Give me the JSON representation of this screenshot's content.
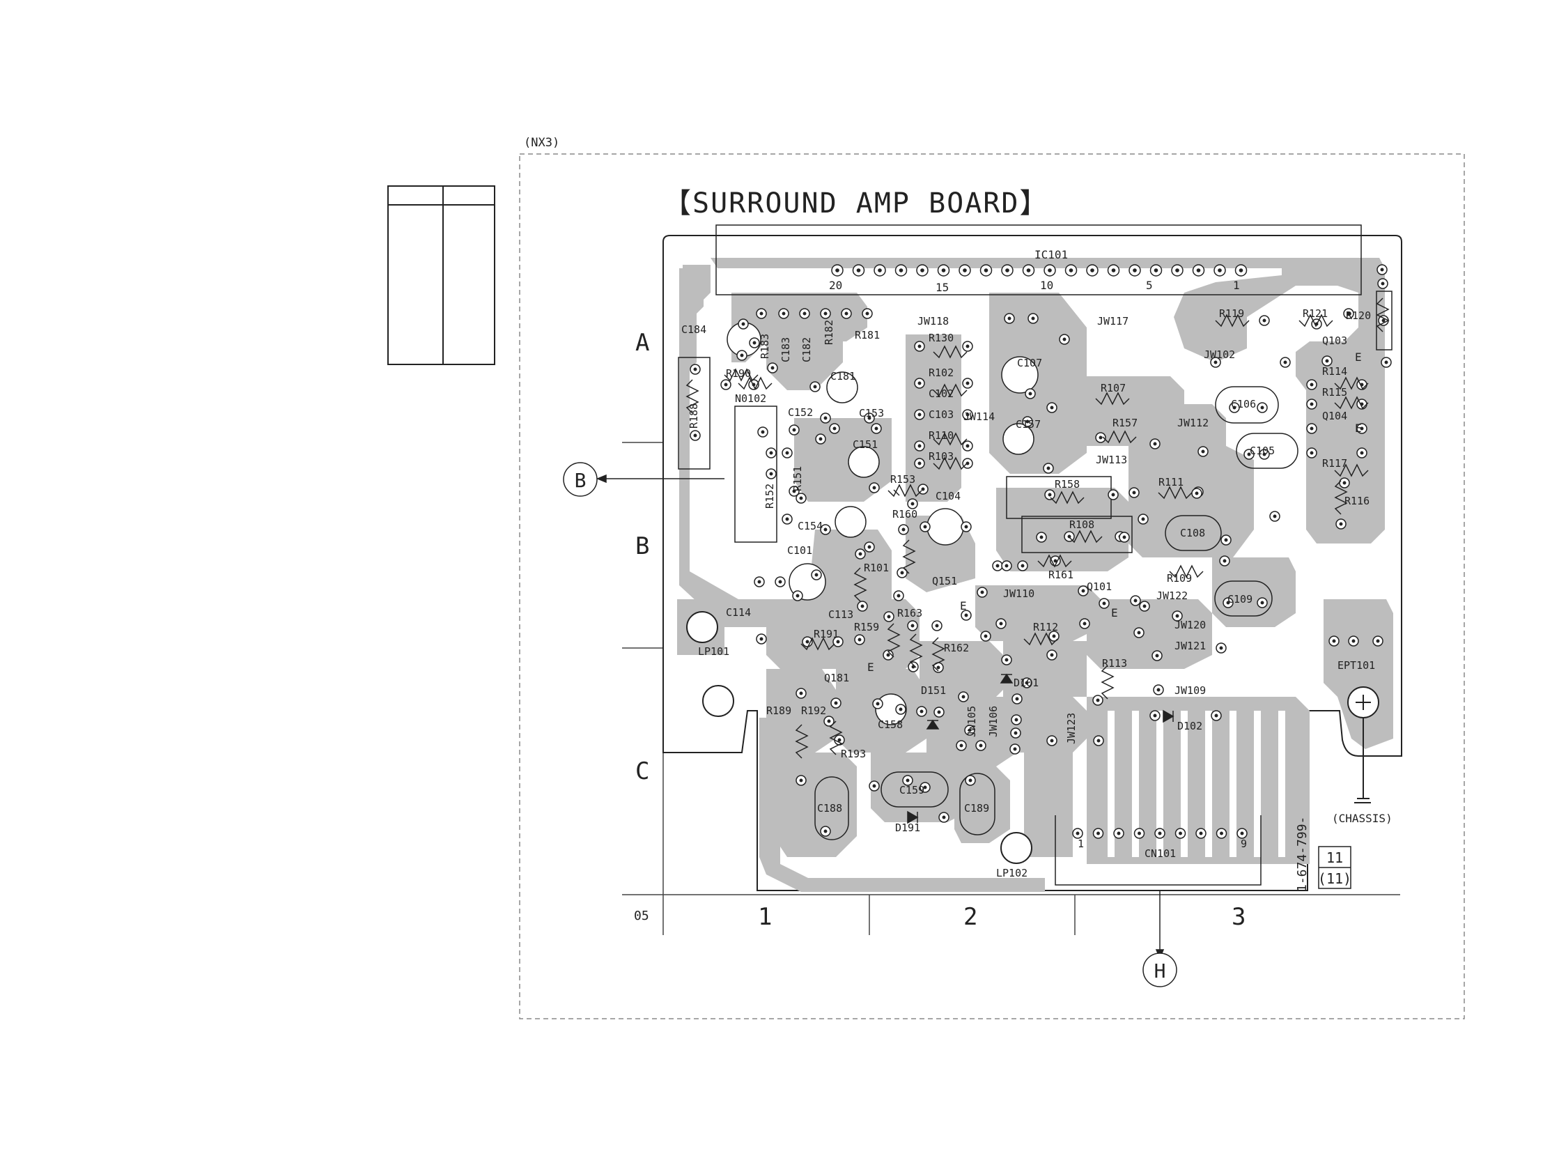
{
  "frame_label": "(NX3)",
  "board_title": "【SURROUND AMP BOARD】",
  "ic_label": "IC101",
  "ic_pin_numbers": [
    "20",
    "15",
    "10",
    "5",
    "1"
  ],
  "row_labels": [
    "A",
    "B",
    "C"
  ],
  "column_labels": [
    "1",
    "2",
    "3"
  ],
  "corner_code": "05",
  "connection_markers": [
    "B",
    "H"
  ],
  "board_number": "1-674-799-",
  "page_ref": [
    "11",
    "(11)"
  ],
  "chassis_label": "(CHASSIS)",
  "connector_label": "CN101",
  "connector_pins": [
    "1",
    "9"
  ],
  "emitter_mark": "E",
  "components": [
    {
      "ref": "C184"
    },
    {
      "ref": "R183"
    },
    {
      "ref": "C183"
    },
    {
      "ref": "C182"
    },
    {
      "ref": "R182"
    },
    {
      "ref": "R181"
    },
    {
      "ref": "C181"
    },
    {
      "ref": "R190"
    },
    {
      "ref": "R188"
    },
    {
      "ref": "N0102"
    },
    {
      "ref": "C152"
    },
    {
      "ref": "C153"
    },
    {
      "ref": "C151"
    },
    {
      "ref": "R152"
    },
    {
      "ref": "R151"
    },
    {
      "ref": "R153"
    },
    {
      "ref": "C154"
    },
    {
      "ref": "R160"
    },
    {
      "ref": "C104"
    },
    {
      "ref": "C101"
    },
    {
      "ref": "R101"
    },
    {
      "ref": "C113"
    },
    {
      "ref": "C114"
    },
    {
      "ref": "Q151"
    },
    {
      "ref": "R163"
    },
    {
      "ref": "R159"
    },
    {
      "ref": "R162"
    },
    {
      "ref": "R191"
    },
    {
      "ref": "Q181"
    },
    {
      "ref": "LP101"
    },
    {
      "ref": "R189"
    },
    {
      "ref": "R192"
    },
    {
      "ref": "R193"
    },
    {
      "ref": "C158"
    },
    {
      "ref": "D151"
    },
    {
      "ref": "JW105"
    },
    {
      "ref": "JW106"
    },
    {
      "ref": "C159"
    },
    {
      "ref": "D191"
    },
    {
      "ref": "C188"
    },
    {
      "ref": "C189"
    },
    {
      "ref": "LP102"
    },
    {
      "ref": "JW118"
    },
    {
      "ref": "R130"
    },
    {
      "ref": "R102"
    },
    {
      "ref": "C102"
    },
    {
      "ref": "C103"
    },
    {
      "ref": "R110"
    },
    {
      "ref": "R103"
    },
    {
      "ref": "JW114"
    },
    {
      "ref": "C107"
    },
    {
      "ref": "C157"
    },
    {
      "ref": "JW117"
    },
    {
      "ref": "R107"
    },
    {
      "ref": "R157"
    },
    {
      "ref": "JW113"
    },
    {
      "ref": "R158"
    },
    {
      "ref": "R108"
    },
    {
      "ref": "R161"
    },
    {
      "ref": "JW110"
    },
    {
      "ref": "Q101"
    },
    {
      "ref": "R112"
    },
    {
      "ref": "R113"
    },
    {
      "ref": "D101"
    },
    {
      "ref": "JW123"
    },
    {
      "ref": "R119"
    },
    {
      "ref": "R121"
    },
    {
      "ref": "R120"
    },
    {
      "ref": "Q103"
    },
    {
      "ref": "JW102"
    },
    {
      "ref": "R114"
    },
    {
      "ref": "R115"
    },
    {
      "ref": "Q104"
    },
    {
      "ref": "C106"
    },
    {
      "ref": "JW112"
    },
    {
      "ref": "C105"
    },
    {
      "ref": "R117"
    },
    {
      "ref": "R116"
    },
    {
      "ref": "R111"
    },
    {
      "ref": "C108"
    },
    {
      "ref": "R109"
    },
    {
      "ref": "C109"
    },
    {
      "ref": "JW122"
    },
    {
      "ref": "JW120"
    },
    {
      "ref": "JW121"
    },
    {
      "ref": "JW109"
    },
    {
      "ref": "D102"
    },
    {
      "ref": "EPT101"
    }
  ]
}
